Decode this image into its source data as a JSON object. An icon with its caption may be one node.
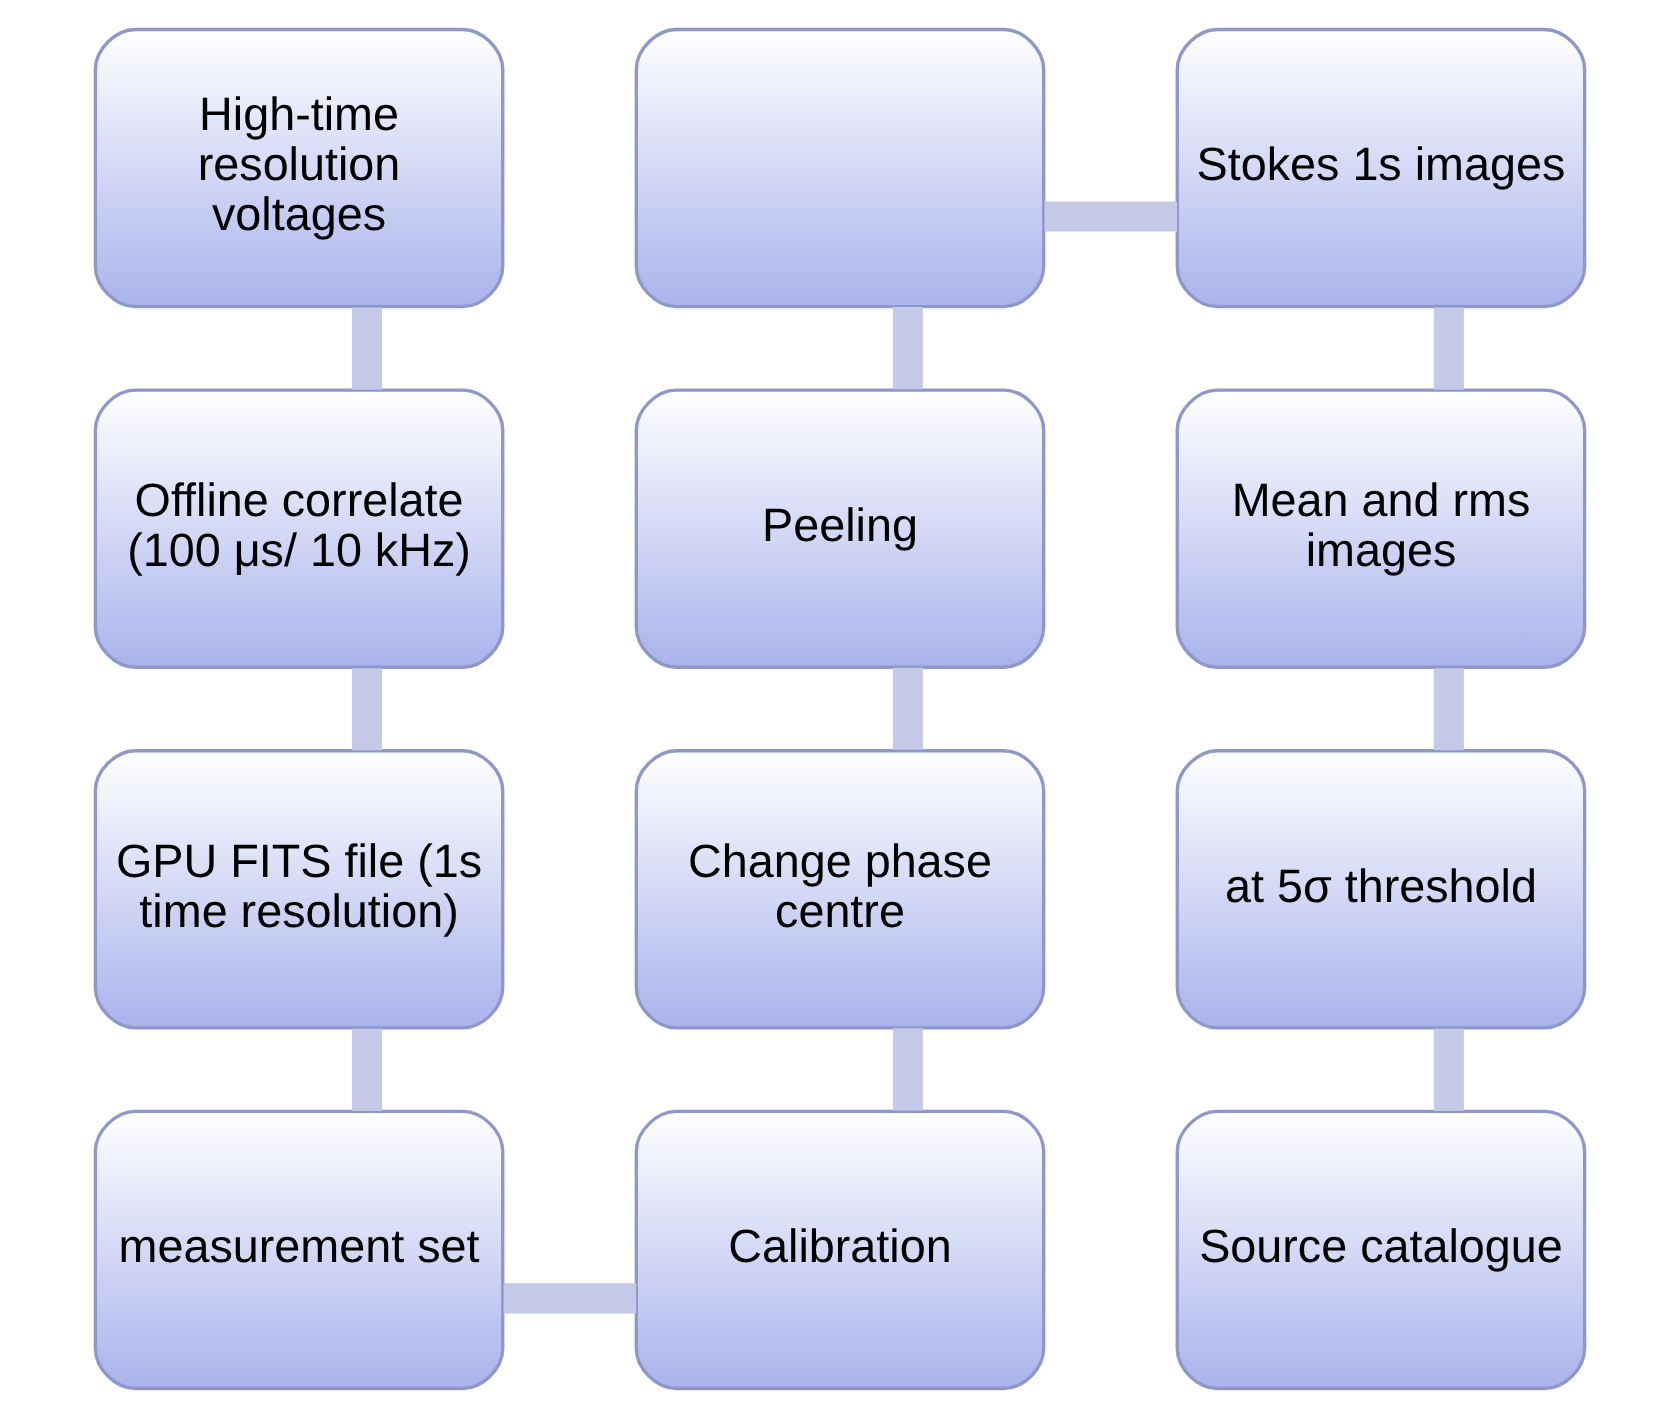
{
  "diagram": {
    "nodes": [
      {
        "text": [
          "High-time resolution voltages"
        ]
      },
      {
        "text": [
          "Offline correlate (100 μs/ 10 kHz)"
        ]
      },
      {
        "text": [
          "GPU FITS file (1s time resolution)"
        ]
      },
      {
        "text": [
          "measurement set"
        ]
      },
      {
        "text": [],
        "shape": "box"
      },
      {
        "text": [
          "Peeling"
        ]
      },
      {
        "text": [
          "Change phase centre"
        ]
      },
      {
        "text": [
          "Calibration"
        ]
      },
      {
        "text": [
          "Stokes 1s images"
        ]
      },
      {
        "text": [
          "Mean and rms images"
        ]
      },
      {
        "text": [
          "at 5σ threshold"
        ]
      },
      {
        "text": [
          "Source catalogue"
        ]
      }
    ],
    "edges": [
      {
        "from": 0,
        "to": 1,
        "arrow": "none"
      },
      {
        "from": 1,
        "to": 2,
        "arrow": "none"
      },
      {
        "from": 2,
        "to": 3,
        "arrow": "none"
      },
      {
        "from": 3,
        "to": 7,
        "arrow": "none"
      },
      {
        "from": 7,
        "to": 6,
        "arrow": "none"
      },
      {
        "from": 6,
        "to": 5,
        "arrow": "none"
      },
      {
        "from": 5,
        "to": 4,
        "arrow": "none"
      },
      {
        "from": 4,
        "to": 8,
        "arrow": "none"
      },
      {
        "from": 8,
        "to": 9,
        "arrow": "none"
      },
      {
        "from": 9,
        "to": 10,
        "arrow": "none"
      },
      {
        "from": 10,
        "to": 11,
        "arrow": "none"
      }
    ]
  }
}
